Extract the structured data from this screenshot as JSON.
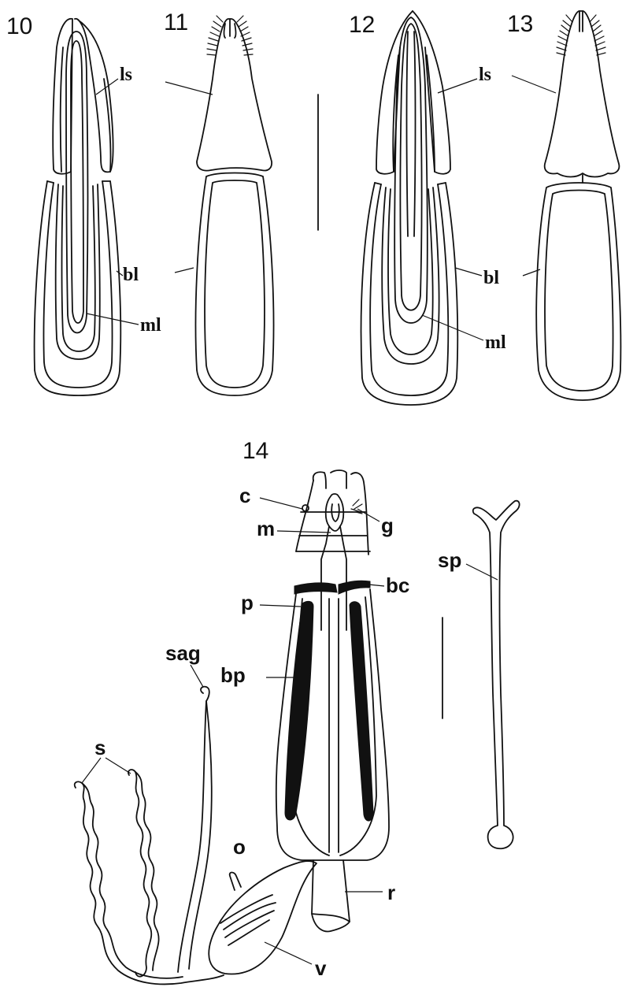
{
  "figures": {
    "f10": {
      "number": "10",
      "labels": {
        "ls": "ls",
        "bl": "bl",
        "ml": "ml"
      }
    },
    "f11": {
      "number": "11"
    },
    "f12": {
      "number": "12",
      "labels": {
        "ls": "ls",
        "bl": "bl",
        "ml": "ml"
      }
    },
    "f13": {
      "number": "13"
    },
    "f14": {
      "number": "14",
      "labels": {
        "c": "c",
        "m": "m",
        "g": "g",
        "bc": "bc",
        "p": "p",
        "bp": "bp",
        "sag": "sag",
        "s": "s",
        "o": "o",
        "r": "r",
        "v": "v",
        "sp": "sp"
      }
    }
  },
  "colors": {
    "ink": "#111111",
    "paper": "#ffffff"
  }
}
